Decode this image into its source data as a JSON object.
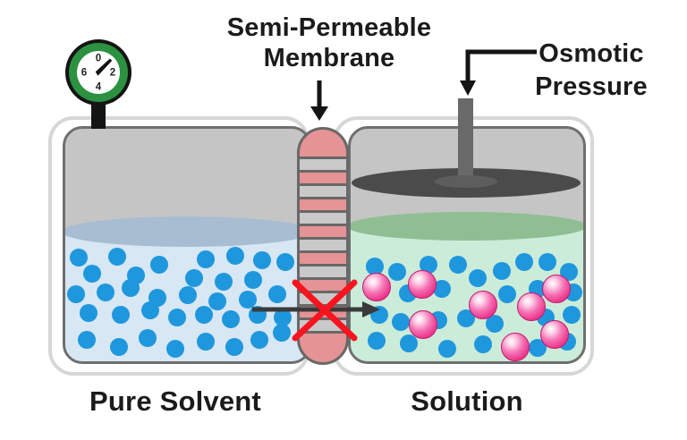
{
  "labels": {
    "membrane_line1": "Semi-Permeable",
    "membrane_line2": "Membrane",
    "osmotic_line1": "Osmotic",
    "osmotic_line2": "Pressure",
    "left_beaker": "Pure Solvent",
    "right_beaker": "Solution"
  },
  "gauge": {
    "ticks": [
      "0",
      "2",
      "4",
      "6"
    ],
    "needle_position": "between 0 and 2"
  },
  "membrane": {
    "stripe_count": 13
  },
  "colors": {
    "dot_blue": "#1f97dd",
    "sphere_pink": "#ee3d90",
    "left_liquid": "#d7e7f4",
    "left_surface": "#a8bdd1",
    "right_liquid": "#cbecd9",
    "right_surface": "#8fbe93",
    "membrane_pink": "#e59395",
    "membrane_gray": "#c9c9c9",
    "chamber_gray": "#c5c5c5",
    "piston_dark": "#4b4b4b",
    "gauge_green": "#2c9140",
    "x_red": "#f8141f",
    "arrow_dark": "#3a3a3a"
  },
  "particles": {
    "left_solvent_dots": [
      [
        88,
        288
      ],
      [
        131,
        287
      ],
      [
        178,
        296
      ],
      [
        230,
        290
      ],
      [
        263,
        286
      ],
      [
        293,
        291
      ],
      [
        319,
        293
      ],
      [
        103,
        306
      ],
      [
        152,
        308
      ],
      [
        217,
        311
      ],
      [
        250,
        315
      ],
      [
        283,
        313
      ],
      [
        85,
        329
      ],
      [
        118,
        327
      ],
      [
        146,
        322
      ],
      [
        176,
        333
      ],
      [
        210,
        330
      ],
      [
        243,
        337
      ],
      [
        277,
        335
      ],
      [
        310,
        329
      ],
      [
        99,
        350
      ],
      [
        135,
        352
      ],
      [
        168,
        347
      ],
      [
        198,
        355
      ],
      [
        228,
        352
      ],
      [
        258,
        357
      ],
      [
        288,
        352
      ],
      [
        316,
        355
      ],
      [
        97,
        380
      ],
      [
        133,
        388
      ],
      [
        165,
        378
      ],
      [
        196,
        390
      ],
      [
        230,
        382
      ],
      [
        262,
        388
      ],
      [
        290,
        380
      ],
      [
        315,
        372
      ]
    ],
    "right_solvent_dots": [
      [
        419,
        298
      ],
      [
        444,
        304
      ],
      [
        479,
        296
      ],
      [
        512,
        296
      ],
      [
        534,
        311
      ],
      [
        561,
        303
      ],
      [
        586,
        293
      ],
      [
        612,
        293
      ],
      [
        636,
        304
      ],
      [
        456,
        328
      ],
      [
        494,
        323
      ],
      [
        567,
        329
      ],
      [
        601,
        323
      ],
      [
        641,
        327
      ],
      [
        424,
        352
      ],
      [
        448,
        360
      ],
      [
        490,
        358
      ],
      [
        521,
        356
      ],
      [
        553,
        362
      ],
      [
        610,
        355
      ],
      [
        639,
        352
      ],
      [
        421,
        381
      ],
      [
        457,
        384
      ],
      [
        500,
        390
      ],
      [
        540,
        385
      ],
      [
        601,
        389
      ],
      [
        634,
        382
      ]
    ],
    "right_solute_spheres": [
      [
        421,
        321
      ],
      [
        472,
        318
      ],
      [
        540,
        341
      ],
      [
        594,
        343
      ],
      [
        622,
        323
      ],
      [
        473,
        363
      ],
      [
        620,
        374
      ],
      [
        576,
        388
      ]
    ]
  }
}
